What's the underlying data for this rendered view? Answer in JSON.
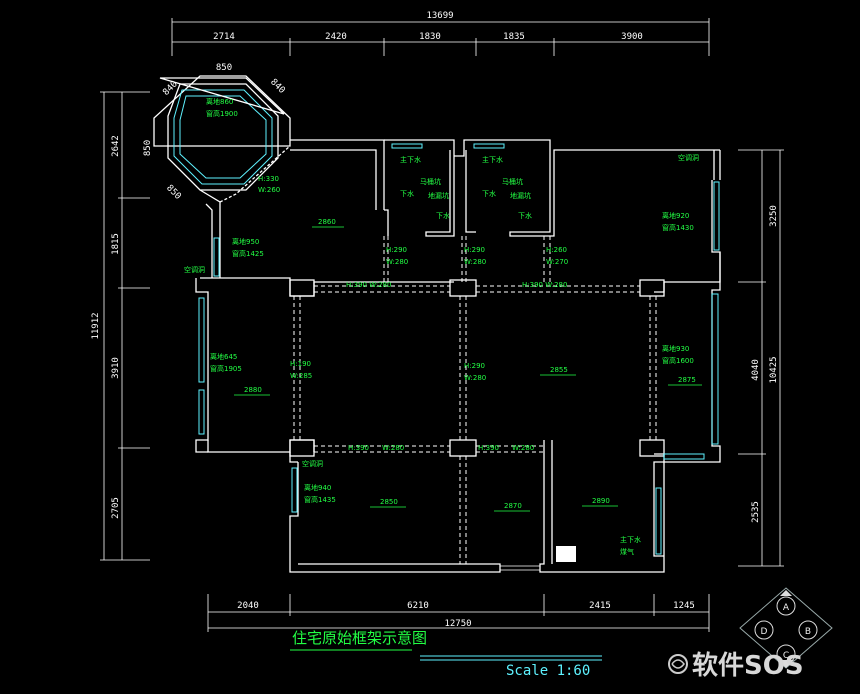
{
  "drawing": {
    "title": "住宅原始框架示意图",
    "scale": "Scale 1:60",
    "watermark": "软件SOS"
  },
  "dimensions": {
    "top_total": "13699",
    "top_segments": [
      "2714",
      "2420",
      "1830",
      "1835",
      "3900"
    ],
    "bay_window_width": "850",
    "bay_diag_left": "840",
    "bay_diag_right": "840",
    "bay_left": "850",
    "bay_bottom": "850",
    "left_total": "11912",
    "left_segments": [
      "2642",
      "1815",
      "3910",
      "2705"
    ],
    "right_total": "10425",
    "right_segments": [
      "3250",
      "4040",
      "2535"
    ],
    "bottom_total": "12750",
    "bottom_segments": [
      "2040",
      "6210",
      "2415",
      "1245"
    ]
  },
  "annotations": {
    "bay_sill": "离地860",
    "bay_curtain": "窗高1900",
    "opening_top_left_h": "H:330",
    "opening_top_left_w": "W:260",
    "ceiling_2860": "2860",
    "left_upper_sill": "离地950",
    "left_upper_curtain": "窗高1425",
    "ac_hole_1": "空调洞",
    "bath1_main_drain": "主下水",
    "bath1_toilet": "马桶坑",
    "bath1_floor_drain": "地漏坑",
    "bath1_drain": "下水",
    "bath1_drain_2": "下水",
    "bath2_main_drain": "主下水",
    "bath2_toilet": "马桶坑",
    "bath2_floor_drain": "地漏坑",
    "bath2_drain": "下水",
    "bath2_drain_2": "下水",
    "beam_1_h": "H:290",
    "beam_1_w": "W:280",
    "beam_2_h": "H:290",
    "beam_2_w": "W:280",
    "beam_3_h": "H:260",
    "beam_3_w": "W:270",
    "ac_hole_2": "空调洞",
    "right_upper_sill": "离地920",
    "right_upper_curtain": "窗高1430",
    "beam_row1_left": "H:390  W:280",
    "beam_row1_right": "H:390  W:280",
    "left_mid_sill": "离地645",
    "left_mid_curtain": "窗高1905",
    "ceiling_2880": "2880",
    "col_beam_left_h": "H:190",
    "col_beam_left_w": "W:285",
    "col_beam_mid_h": "H:290",
    "col_beam_mid_w": "W:280",
    "ceiling_2855": "2855",
    "right_mid_sill": "离地930",
    "right_mid_curtain": "窗高1600",
    "ceiling_2875": "2875",
    "beam_row2_left_h": "H:390",
    "beam_row2_left_w": "W:280",
    "beam_row2_right_h": "H:390",
    "beam_row2_right_w": "W:280",
    "ac_hole_3": "空调洞",
    "bottom_left_sill": "离地940",
    "bottom_left_curtain": "窗高1435",
    "ceiling_2850": "2850",
    "ceiling_2870": "2870",
    "ceiling_2890": "2890",
    "kitchen_drain": "主下水",
    "kitchen_gas": "煤气"
  },
  "nav": {
    "up": "A",
    "down": "C",
    "left": "D",
    "right": "B"
  },
  "colors": {
    "walls": "#ffffff",
    "annotations": "#22ff44",
    "windows": "#5ef2ff",
    "background": "#000000"
  }
}
